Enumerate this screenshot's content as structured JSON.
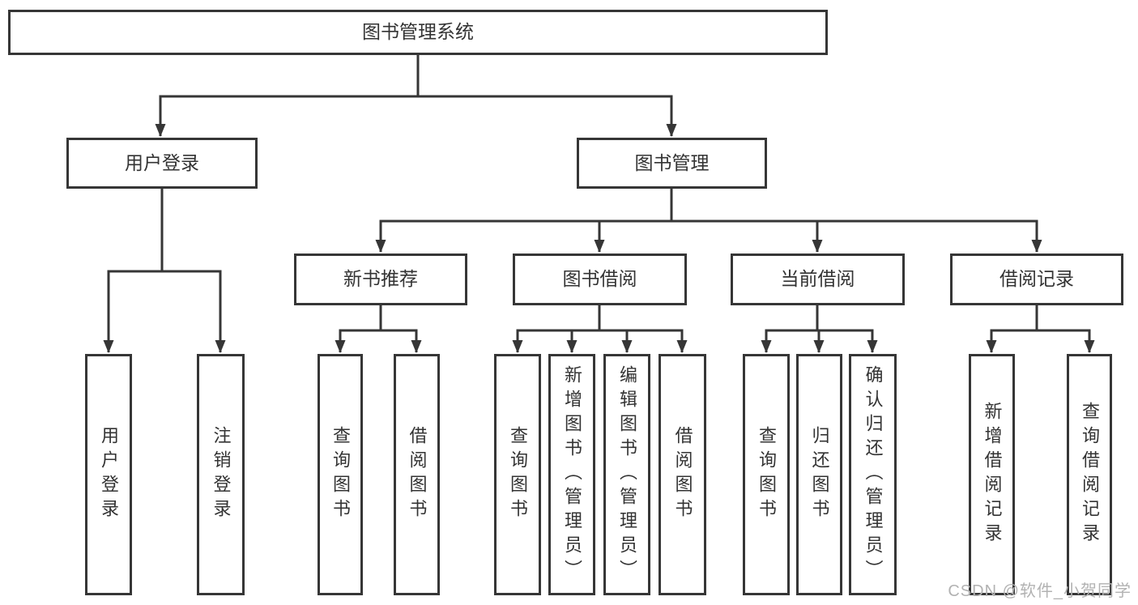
{
  "diagram": {
    "title": "图书管理系统",
    "nodes": {
      "root": {
        "label": "图书管理系统"
      },
      "user_login": {
        "label": "用户登录"
      },
      "book_mgmt": {
        "label": "图书管理"
      },
      "new_book_rec": {
        "label": "新书推荐"
      },
      "book_borrow": {
        "label": "图书借阅"
      },
      "current_borrow": {
        "label": "当前借阅"
      },
      "borrow_records": {
        "label": "借阅记录"
      },
      "leaf_user_login": {
        "label": "用户登录"
      },
      "leaf_logout": {
        "label": "注销登录"
      },
      "leaf_query_book_rec": {
        "label": "查询图书"
      },
      "leaf_borrow_book_rec": {
        "label": "借阅图书"
      },
      "leaf_query_book_borrow": {
        "label": "查询图书"
      },
      "leaf_add_book": {
        "label": "新增图书（管理员）"
      },
      "leaf_edit_book": {
        "label": "编辑图书（管理员）"
      },
      "leaf_borrow_book_borrow": {
        "label": "借阅图书"
      },
      "leaf_query_book_current": {
        "label": "查询图书"
      },
      "leaf_return_book": {
        "label": "归还图书"
      },
      "leaf_confirm_return": {
        "label": "确认归还（管理员）"
      },
      "leaf_add_record": {
        "label": "新增借阅记录"
      },
      "leaf_query_record": {
        "label": "查询借阅记录"
      }
    },
    "edges": [
      {
        "from": "root",
        "to": "user_login"
      },
      {
        "from": "root",
        "to": "book_mgmt"
      },
      {
        "from": "user_login",
        "to": "leaf_user_login"
      },
      {
        "from": "user_login",
        "to": "leaf_logout"
      },
      {
        "from": "book_mgmt",
        "to": "new_book_rec"
      },
      {
        "from": "book_mgmt",
        "to": "book_borrow"
      },
      {
        "from": "book_mgmt",
        "to": "current_borrow"
      },
      {
        "from": "book_mgmt",
        "to": "borrow_records"
      },
      {
        "from": "new_book_rec",
        "to": "leaf_query_book_rec"
      },
      {
        "from": "new_book_rec",
        "to": "leaf_borrow_book_rec"
      },
      {
        "from": "book_borrow",
        "to": "leaf_query_book_borrow"
      },
      {
        "from": "book_borrow",
        "to": "leaf_add_book"
      },
      {
        "from": "book_borrow",
        "to": "leaf_edit_book"
      },
      {
        "from": "book_borrow",
        "to": "leaf_borrow_book_borrow"
      },
      {
        "from": "current_borrow",
        "to": "leaf_query_book_current"
      },
      {
        "from": "current_borrow",
        "to": "leaf_return_book"
      },
      {
        "from": "current_borrow",
        "to": "leaf_confirm_return"
      },
      {
        "from": "borrow_records",
        "to": "leaf_add_record"
      },
      {
        "from": "borrow_records",
        "to": "leaf_query_record"
      }
    ]
  },
  "watermark": {
    "text": "CSDN @软件_小贺同学"
  },
  "colors": {
    "line": "#363636",
    "border": "#363636",
    "text": "#333333",
    "background": "#ffffff",
    "watermark": "#b2b2b2"
  }
}
